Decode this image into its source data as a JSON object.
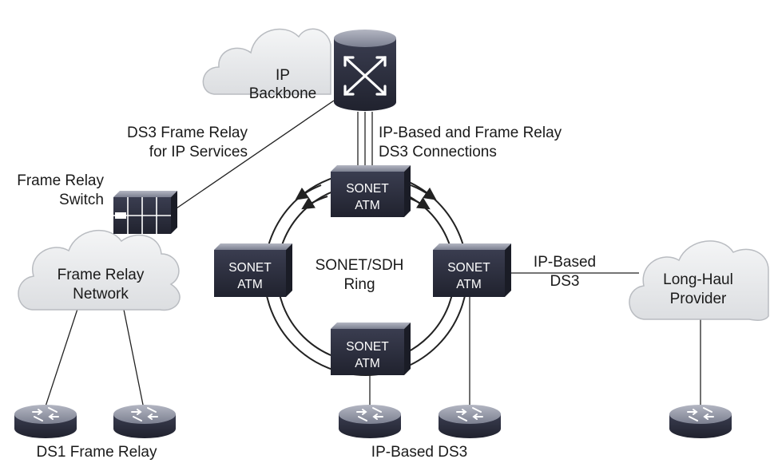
{
  "colors": {
    "cloud_fill": "#e9eaec",
    "cloud_stroke": "#b9bcc1",
    "device_fill": "#2b2d3c",
    "device_top": "#8f93a3",
    "line": "#222222",
    "text": "#1a1a1a"
  },
  "clouds": {
    "ip_backbone": [
      "IP",
      "Backbone"
    ],
    "frame_relay_network": [
      "Frame Relay",
      "Network"
    ],
    "long_haul_provider": [
      "Long-Haul",
      "Provider"
    ]
  },
  "core_switch": {
    "icon": "crossed-arrows-icon"
  },
  "frame_relay_switch": {
    "label": [
      "Frame Relay",
      "Switch"
    ]
  },
  "ring": {
    "label": [
      "SONET/SDH",
      "Ring"
    ],
    "nodes": {
      "top": [
        "SONET",
        "ATM"
      ],
      "left": [
        "SONET",
        "ATM"
      ],
      "right": [
        "SONET",
        "ATM"
      ],
      "bottom": [
        "SONET",
        "ATM"
      ]
    }
  },
  "link_labels": {
    "ds3_frame_relay": [
      "DS3 Frame Relay",
      "for IP Services"
    ],
    "ip_based_frame_relay": [
      "IP-Based and Frame Relay",
      "DS3 Connections"
    ],
    "ip_based_ds3_link": [
      "IP-Based",
      "DS3"
    ]
  },
  "bottom_labels": {
    "ds1_frame_relay": "DS1 Frame Relay",
    "ip_based_ds3": "IP-Based DS3"
  },
  "routers": [
    "router-icon",
    "router-icon",
    "router-icon",
    "router-icon",
    "router-icon"
  ]
}
